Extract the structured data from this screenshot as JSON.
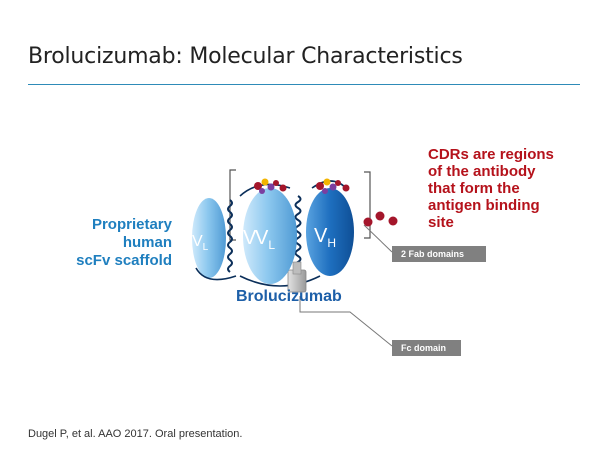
{
  "title": "Brolucizumab: Molecular Characteristics",
  "scaffold_label": [
    "Proprietary",
    "human",
    "scFv scaffold"
  ],
  "cdr_note": [
    "CDRs are regions",
    "of the antibody",
    "that form the",
    "antigen binding",
    "site"
  ],
  "fab_tag": "2 Fab domains",
  "fc_tag": "Fc domain",
  "molecule_name": "Brolucizumab",
  "domain_labels": {
    "vl_main": "V",
    "vl_sub": "L",
    "vh_main": "V",
    "vh_sub": "H",
    "v_partial": "V"
  },
  "footnote": "Dugel P, et al. AAO 2017. Oral presentation.",
  "colors": {
    "title_rule": "#2e8bb8",
    "scaffold_text": "#1f7fbf",
    "cdr_text": "#b5121b",
    "vl_domain": "#8ec9ef",
    "vh_domain": "#1e6fbf",
    "callout_tag": "#808080",
    "cdr_dots": "#a4162b"
  }
}
